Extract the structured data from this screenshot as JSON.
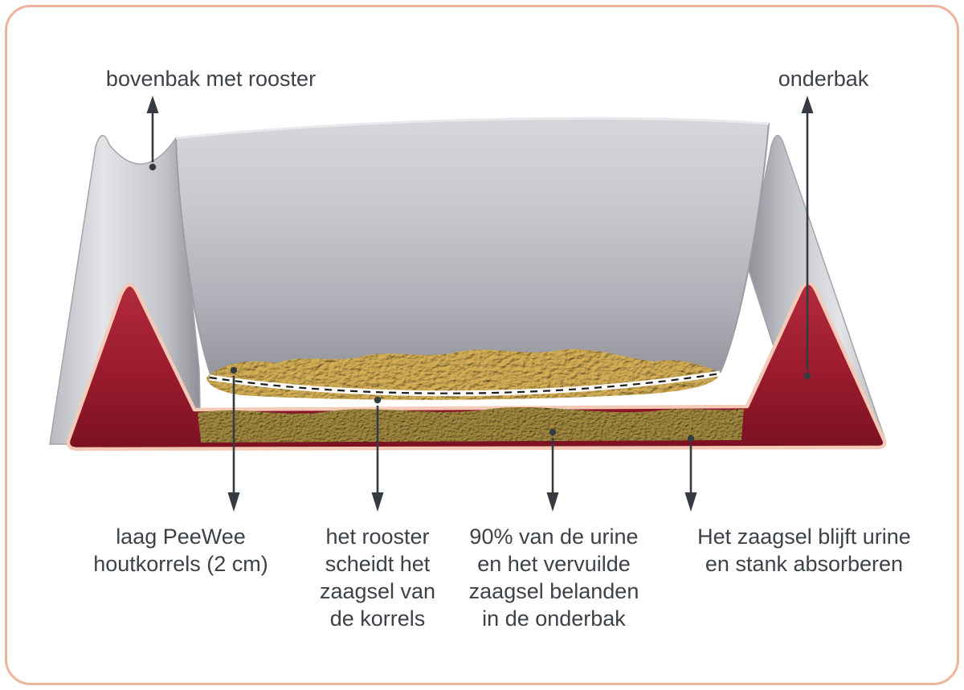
{
  "figure": {
    "title": "PeeWee kattenbak doorsnede diagram",
    "type": "cutaway-diagram"
  },
  "labels": {
    "top_left": "bovenbak met rooster",
    "top_right": "onderbak",
    "bottom_1": "laag PeeWee\nhoutkorrels (2 cm)",
    "bottom_2": "het rooster\nscheidt het\nzaagsel van\nde korrels",
    "bottom_3": "90% van de urine\nen het vervuilde\nzaagsel belanden\nin de onderbak",
    "bottom_4": "Het zaagsel blijft urine\nen stank absorberen"
  },
  "colors": {
    "border": "#eeb49b",
    "text": "#3c4248",
    "arrow": "#363b41",
    "top_tray_gray": "#c3c4c9",
    "bottom_tray_red": "#9c1c2e",
    "tray_rim_pink": "#f4c9b5",
    "pellets": "#d8b258",
    "sawdust": "#a68d42",
    "grid_dash": "#1d1d1f"
  }
}
